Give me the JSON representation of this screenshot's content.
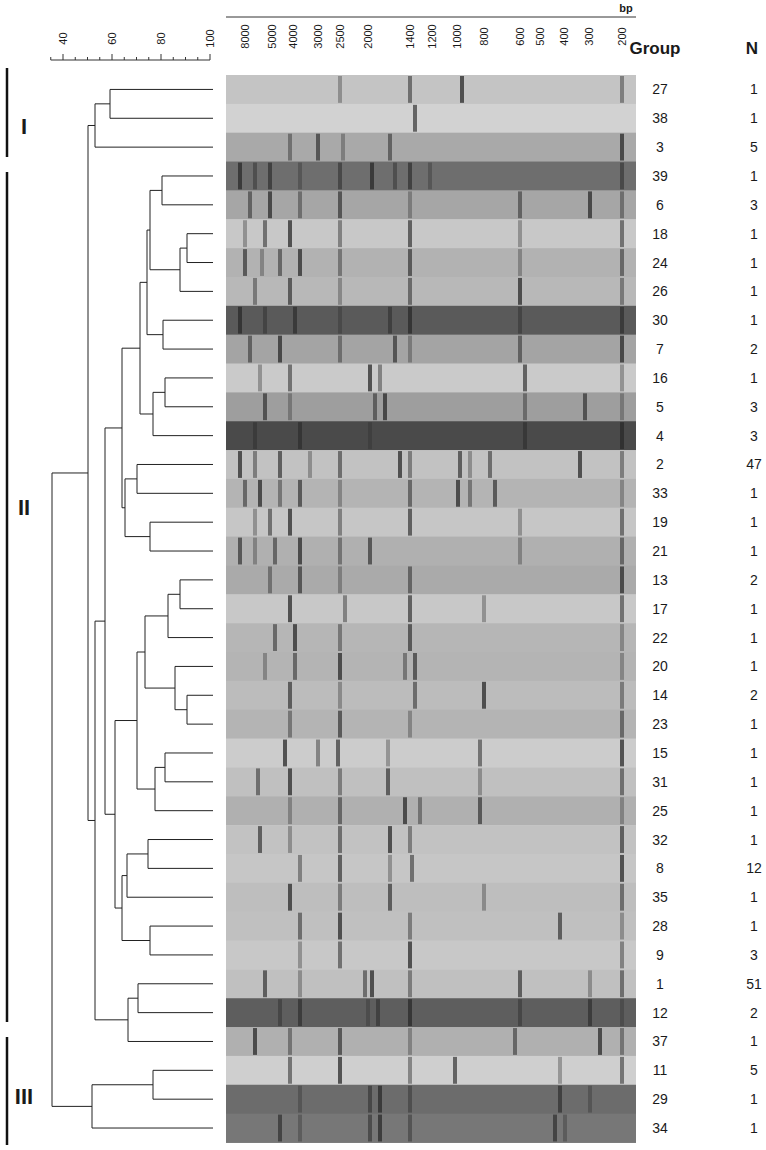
{
  "diagram": {
    "labels": [
      "bp",
      "8000",
      "5000",
      "4000",
      "3000",
      "2500",
      "2000",
      "1400",
      "1200",
      "1000",
      "800",
      "600",
      "500",
      "400",
      "300",
      "200",
      "40",
      "60",
      "80",
      "100",
      "Group",
      "N",
      "27",
      "1",
      "38",
      "1",
      "3",
      "5",
      "39",
      "1",
      "6",
      "3",
      "18",
      "1",
      "24",
      "1",
      "26",
      "1",
      "30",
      "1",
      "7",
      "2",
      "16",
      "1",
      "5",
      "3",
      "4",
      "3",
      "2",
      "47",
      "33",
      "1",
      "19",
      "1",
      "21",
      "1",
      "13",
      "2",
      "17",
      "1",
      "22",
      "1",
      "20",
      "1",
      "14",
      "2",
      "23",
      "1",
      "15",
      "1",
      "31",
      "1",
      "25",
      "1",
      "32",
      "1",
      "8",
      "12",
      "35",
      "1",
      "28",
      "1",
      "9",
      "3",
      "1",
      "51",
      "12",
      "2",
      "37",
      "1",
      "11",
      "5",
      "29",
      "1",
      "34",
      "1",
      "I",
      "II",
      "III"
    ]
  }
}
